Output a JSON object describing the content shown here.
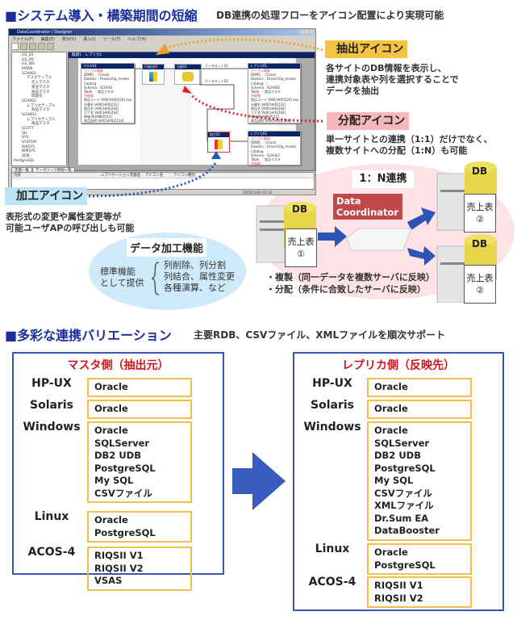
{
  "section1": {
    "title": "■システム導入・構築期間の短縮",
    "subtitle": "DB連携の処理フローをアイコン配置により実現可能"
  },
  "window": {
    "title": "DataCoordinator / Designer",
    "menu": [
      "ファイル(F)",
      "編集(E)",
      "表示(V)",
      "挿入(I)",
      "ツール(T)",
      "ヘルプ(H)"
    ],
    "tree": [
      "GS_ES",
      "GS_OS",
      "GS_WS",
      "RMAN",
      "SCH001",
      "マスタテーブル",
      "仕入マスタ",
      "受注マスタ",
      "商品マスタ",
      "得意先",
      "SCH002",
      "レプリカテーブル",
      "商品マスタ",
      "SCH003",
      "レプリカテーブル",
      "商品マスタ",
      "SCOTT",
      "SH",
      "SYS",
      "SYSTEM",
      "WKSYS",
      "WMSYS",
      "XDB",
      "PostgreSQL"
    ],
    "canvas_title": "無題1 - レプリカ1",
    "master": {
      "title": "マスタ01",
      "section1": "テーブル情報",
      "rows": [
        "DBMS　: Oracle",
        "DataSrc : Oracle10g_master",
        "Catalog　:",
        "Schema : SCH001",
        "Table　: 商品マスタ"
      ],
      "section2": "列情報",
      "cols": [
        "商品コード VARCHAR2[24] key",
        "分類名 VARCHAR2[32]",
        "商品名 VARCHAR2[64]",
        "カナ名 VARCHAR2[64]",
        "単価 NUMBER[12]",
        "商品説明 VARCHAR2[128]"
      ]
    },
    "extract_icon": "行抽出01",
    "dist_icon": "分配01",
    "process_icon": "加工01",
    "dataset1": "データセット01",
    "dataset2": "データセット02",
    "replica1": {
      "title": "レプリカ01",
      "section1": "テーブル情報",
      "rows": [
        "DBMS　: Oracle",
        "DataSrc : Oracle10g_master",
        "Catalog　:",
        "Schema : SCH002",
        "Table　: 商品マスタ"
      ],
      "section2": "列情報",
      "cols": [
        "商品コード VARCHAR2[24] key",
        "分類名 VARCHAR2[32]",
        "商品名 VARCHAR2[64]",
        "カナ名 VARCHAR2[64]",
        "単価 NUMBER[12]",
        "商品説明 VARCHAR2[128]"
      ]
    },
    "replica2": {
      "title": "レプリカ02",
      "section1": "テーブル情報",
      "rows": [
        "DBMS　: Oracle",
        "DataSrc : Oracle10g_master",
        "Catalog　:",
        "Schema : SCH003",
        "Table　: 商品マスタ"
      ],
      "section2": "列情報"
    },
    "tabs": [
      "定義一覧",
      "データソース情報一覧"
    ],
    "bottom_cols": [
      "内容",
      "レプリケーション定義名",
      "アイコン名",
      "アイコン種別"
    ],
    "status": "2005/11/04 23:18"
  },
  "callouts": {
    "extract": {
      "label": "抽出アイコン",
      "lines": [
        "各サイトのDB情報を表示し、",
        "連携対象表や列を選択することで",
        "データを抽出"
      ]
    },
    "distribute": {
      "label": "分配アイコン",
      "lines": [
        "単一サイトとの連携（1:1）だけでなく、",
        "複数サイトへの分配（1:N）も可能"
      ]
    },
    "process": {
      "label": "加工アイコン",
      "lines": [
        "表形式の変更や属性変更等が",
        "可能ユーザAPの呼び出しも可能"
      ]
    }
  },
  "data_processing": {
    "title": "データ加工機能",
    "left": [
      "標準機能",
      "として提供"
    ],
    "right": [
      "列削除、列分割",
      "列結合、属性変更",
      "各種演算、など"
    ]
  },
  "one_to_n": {
    "title": "1：N連携",
    "product": [
      "Data",
      "Coordinator"
    ],
    "db": "DB",
    "source_doc": [
      "売上表",
      "①"
    ],
    "target_doc": [
      "売上表",
      "②"
    ],
    "bullets": [
      "・複製（同一データを複数サーバに反映）",
      "・分配（条件に合致したサーバに反映）"
    ]
  },
  "section2": {
    "title": "■多彩な連携バリエーション",
    "subtitle": "主要RDB、CSVファイル、XMLファイルを順次サポート"
  },
  "master_side": {
    "title": "マスタ側（抽出元）",
    "groups": [
      {
        "os": "HP-UX",
        "dbs": [
          "Oracle"
        ]
      },
      {
        "os": "Solaris",
        "dbs": [
          "Oracle"
        ]
      },
      {
        "os": "Windows",
        "dbs": [
          "Oracle",
          "SQLServer",
          "DB2 UDB",
          "PostgreSQL",
          "My SQL",
          "CSVファイル"
        ]
      },
      {
        "os": "Linux",
        "dbs": [
          "Oracle",
          "PostgreSQL"
        ]
      },
      {
        "os": "ACOS-4",
        "dbs": [
          "RIQSII V1",
          "RIQSII V2",
          "VSAS"
        ]
      }
    ]
  },
  "replica_side": {
    "title": "レプリカ側（反映先）",
    "groups": [
      {
        "os": "HP-UX",
        "dbs": [
          "Oracle"
        ]
      },
      {
        "os": "Solaris",
        "dbs": [
          "Oracle"
        ]
      },
      {
        "os": "Windows",
        "dbs": [
          "Oracle",
          "SQLServer",
          "DB2 UDB",
          "PostgreSQL",
          "My SQL",
          "CSVファイル",
          "XMLファイル",
          "Dr.Sum EA",
          "DataBooster"
        ]
      },
      {
        "os": "Linux",
        "dbs": [
          "Oracle",
          "PostgreSQL"
        ]
      },
      {
        "os": "ACOS-4",
        "dbs": [
          "RIQSII V1",
          "RIQSII V2"
        ]
      }
    ]
  },
  "colors": {
    "blue": "#1a2d9a",
    "red": "#d0161b",
    "orange": "#f5c343",
    "pink": "#f7b8bc",
    "lightblue": "#bde3f5",
    "panel_border": "#3a55b8",
    "db_border": "#f2c04a"
  }
}
